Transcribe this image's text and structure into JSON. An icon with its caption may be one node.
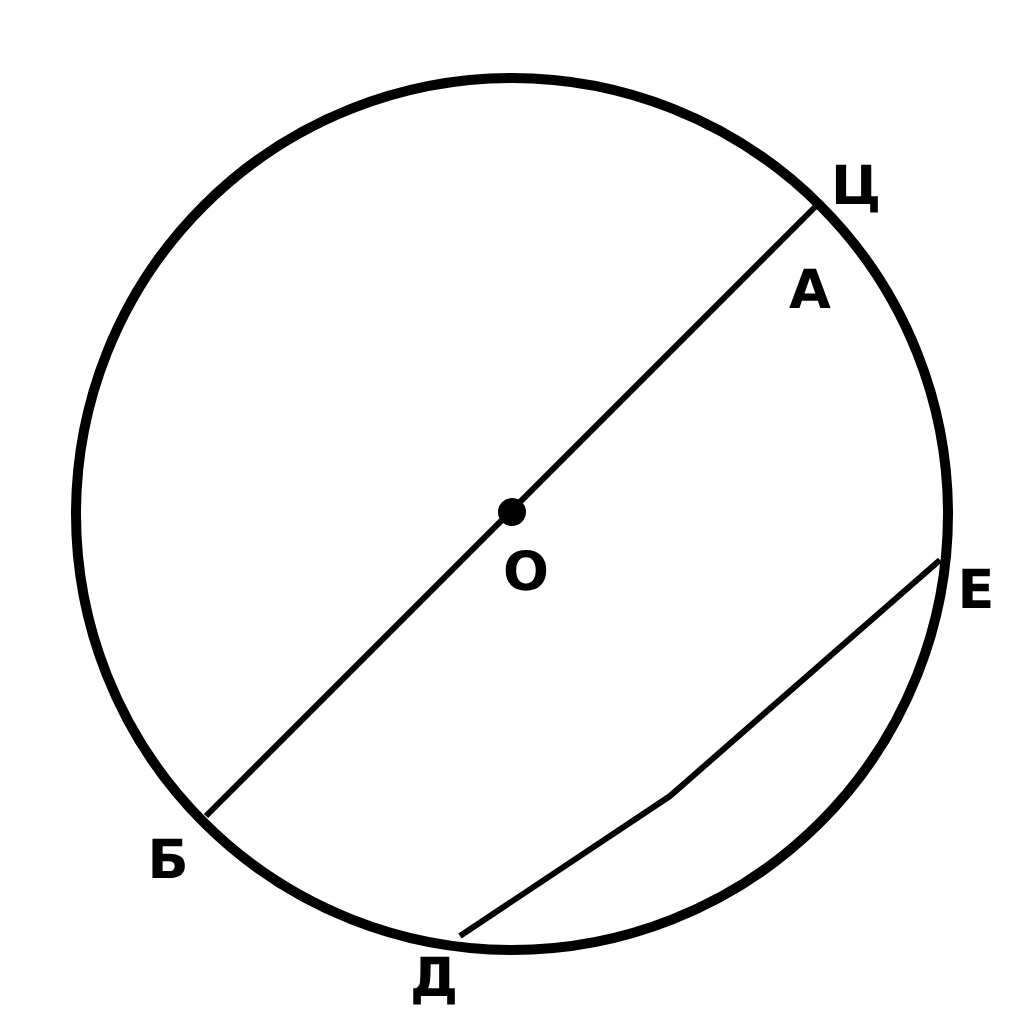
{
  "diagram": {
    "labels": [
      "Ц",
      "А",
      "О",
      "Б",
      "Е",
      "Д"
    ]
  }
}
